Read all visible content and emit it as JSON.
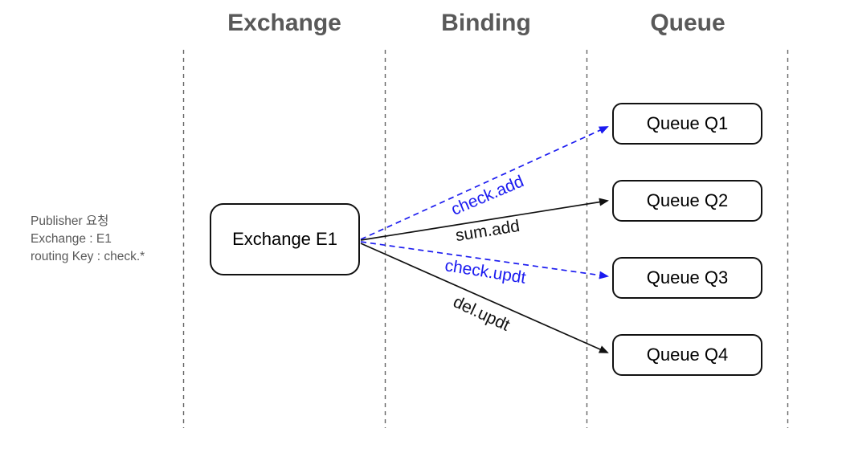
{
  "diagram_title": "Exchange / Binding / Queue routing diagram",
  "headers": [
    {
      "label": "Exchange"
    },
    {
      "label": "Binding"
    },
    {
      "label": "Queue"
    }
  ],
  "side_note": {
    "lines": [
      "Publisher 요청",
      "Exchange : E1",
      "routing Key : check.*"
    ]
  },
  "exchange_node": {
    "label": "Exchange E1"
  },
  "queues": [
    {
      "label": "Queue Q1"
    },
    {
      "label": "Queue Q2"
    },
    {
      "label": "Queue Q3"
    },
    {
      "label": "Queue Q4"
    }
  ],
  "bindings": [
    {
      "routing_key": "check.add",
      "line_style": "dashed",
      "color": "#1b1bf0",
      "from": "Exchange E1",
      "to": "Queue Q1"
    },
    {
      "routing_key": "sum.add",
      "line_style": "solid",
      "color": "#111111",
      "from": "Exchange E1",
      "to": "Queue Q2"
    },
    {
      "routing_key": "check.updt",
      "line_style": "dashed",
      "color": "#1b1bf0",
      "from": "Exchange E1",
      "to": "Queue Q3"
    },
    {
      "routing_key": "del.updt",
      "line_style": "solid",
      "color": "#111111",
      "from": "Exchange E1",
      "to": "Queue Q4"
    }
  ],
  "colors": {
    "heading_text": "#595959",
    "side_note_text": "#595959",
    "node_border": "#111111",
    "node_fill": "#ffffff",
    "blue_binding": "#1b1bf0",
    "black_binding": "#111111",
    "lane_guide": "#666666",
    "background": "#ffffff"
  }
}
